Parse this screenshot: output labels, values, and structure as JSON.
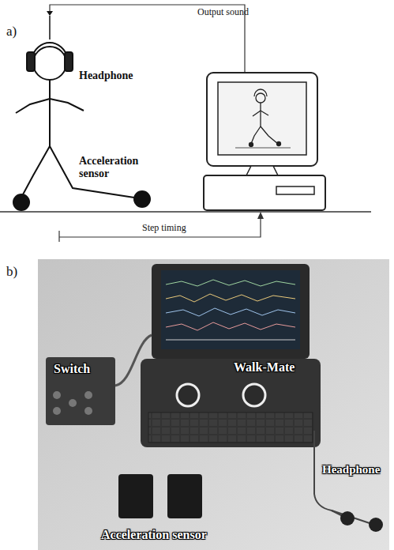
{
  "diagram": {
    "labels": [
      "a)",
      "Output sound",
      "Headphone",
      "Acceleration sensor",
      "Step timing",
      "b)",
      "Switch",
      "Walk-Mate",
      "Headphone",
      "Acceleration sensor"
    ]
  }
}
